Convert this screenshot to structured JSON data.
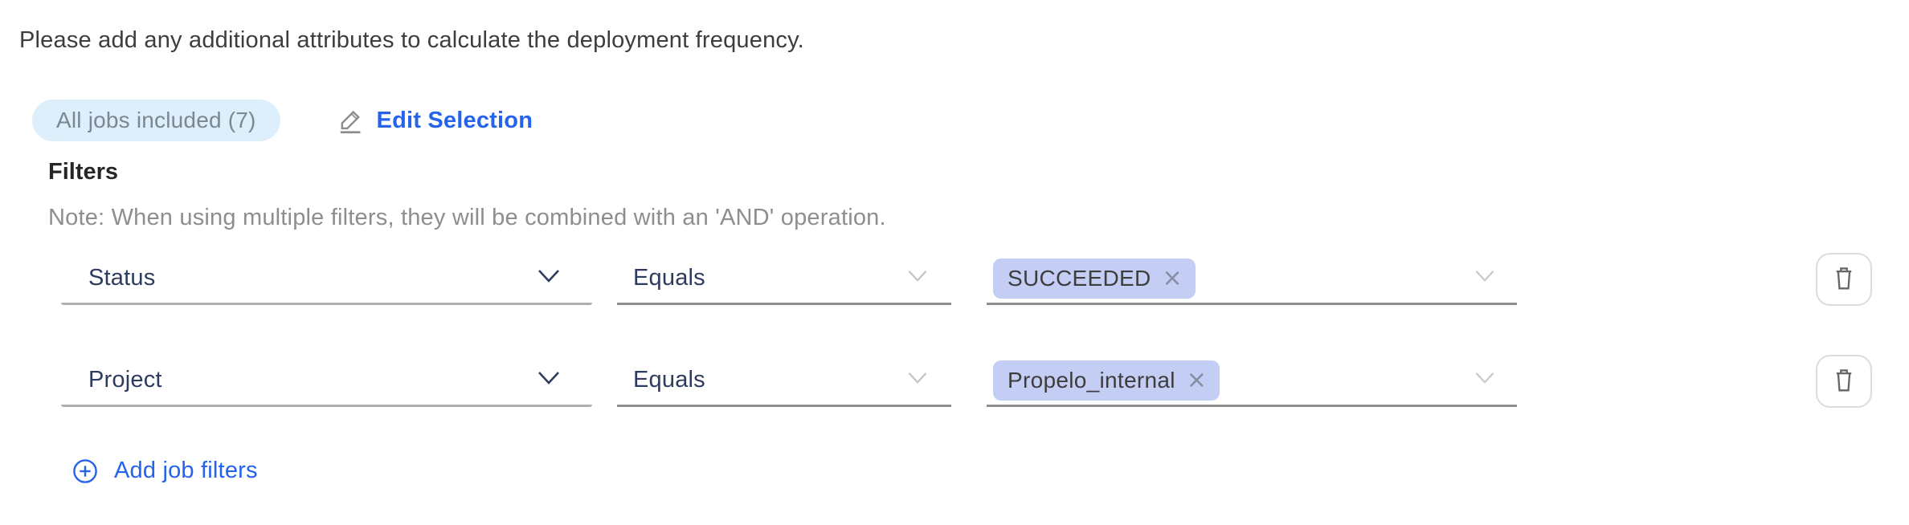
{
  "header": {
    "instruction": "Please add any additional attributes to calculate the deployment frequency."
  },
  "selection": {
    "badge_label": "All jobs included (7)",
    "edit_link_label": "Edit Selection"
  },
  "filters": {
    "title": "Filters",
    "note": "Note: When using multiple filters, they will be combined with an 'AND' operation.",
    "rows": [
      {
        "attribute": "Status",
        "operator": "Equals",
        "value_tag": "SUCCEEDED",
        "remove_glyph": "×"
      },
      {
        "attribute": "Project",
        "operator": "Equals",
        "value_tag": "Propelo_internal",
        "remove_glyph": "×"
      }
    ],
    "add_link_label": "Add job filters"
  },
  "icons": {
    "edit": "pencil-icon",
    "add": "plus-circle-icon",
    "remove_row": "trash-icon",
    "dropdown": "chevron-down-icon",
    "remove_tag": "close-icon"
  },
  "colors": {
    "link_blue": "#2563eb",
    "badge_bg": "#ddeffb",
    "badge_text": "#7b8794",
    "tag_bg": "#c4cdf4",
    "select_text": "#2d3c5e",
    "note_text": "#8e8e8e"
  }
}
